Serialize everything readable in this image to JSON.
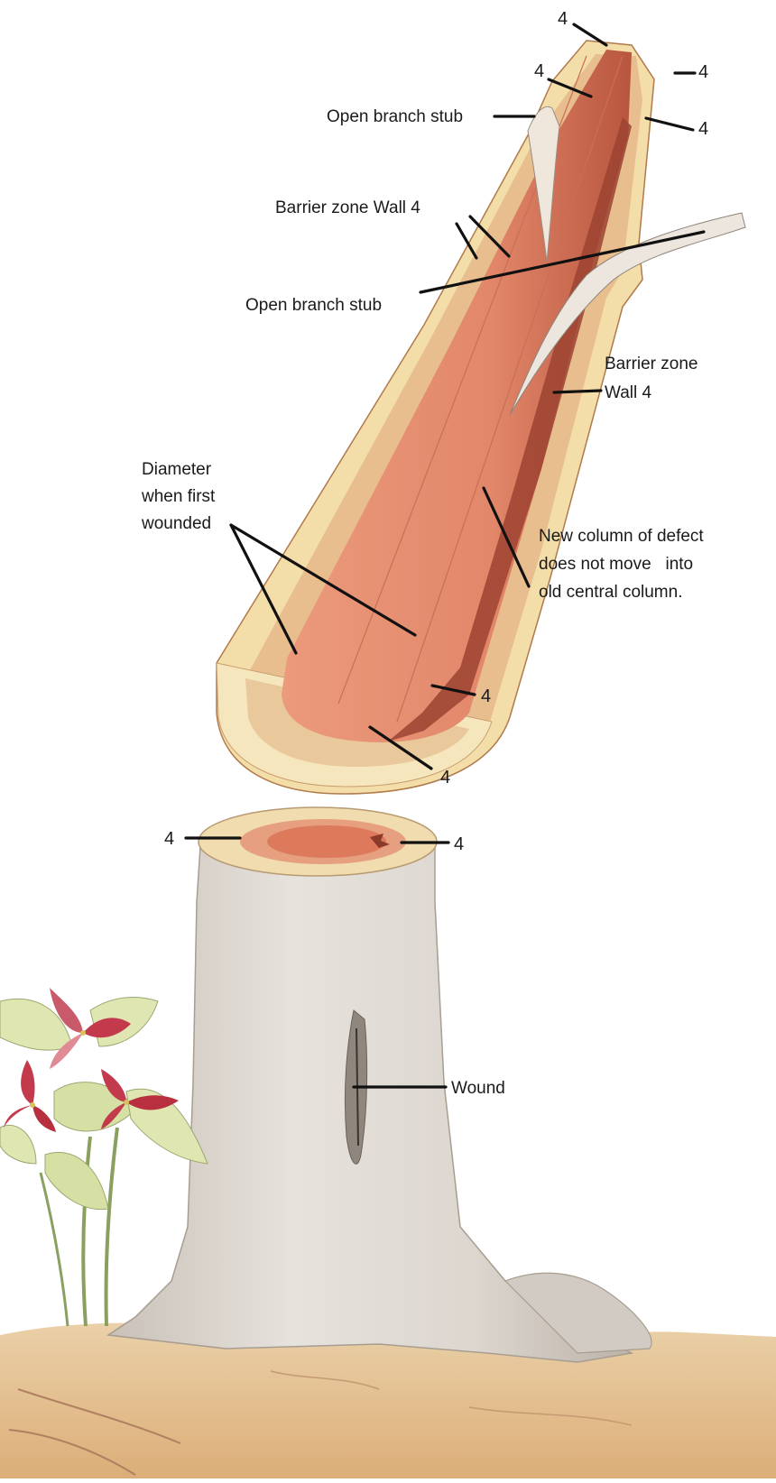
{
  "labels": {
    "wall4_top_a": "4",
    "wall4_top_b": "4",
    "wall4_right_a": "4",
    "wall4_right_b": "4",
    "open_branch_stub_upper": "Open branch stub",
    "barrier_zone_wall4_left": "Barrier zone Wall 4",
    "open_branch_stub_lower": "Open branch stub",
    "barrier_zone_right_line1": "Barrier zone",
    "barrier_zone_right_line2": "Wall 4",
    "diameter_line1": "Diameter",
    "diameter_line2": "when first",
    "diameter_line3": "wounded",
    "new_column_line1": "New column of defect",
    "new_column_line2": "does not move   into",
    "new_column_line3": "old central column.",
    "wall4_log_side": "4",
    "wall4_log_bottom": "4",
    "wall4_stump_left": "4",
    "wall4_stump_right": "4",
    "wound": "Wound"
  },
  "colors": {
    "bark_outer": "#f3deaa",
    "sapwood": "#e7bc8c",
    "heartwood": "#e58c70",
    "heartwood_light": "#eea58a",
    "defect_dark": "#8c3a2a",
    "stump_bark": "#e1dcd6",
    "ground": "#e2b98a",
    "flower_red": "#c23a4c",
    "leaf_green": "#d9e2a8"
  }
}
